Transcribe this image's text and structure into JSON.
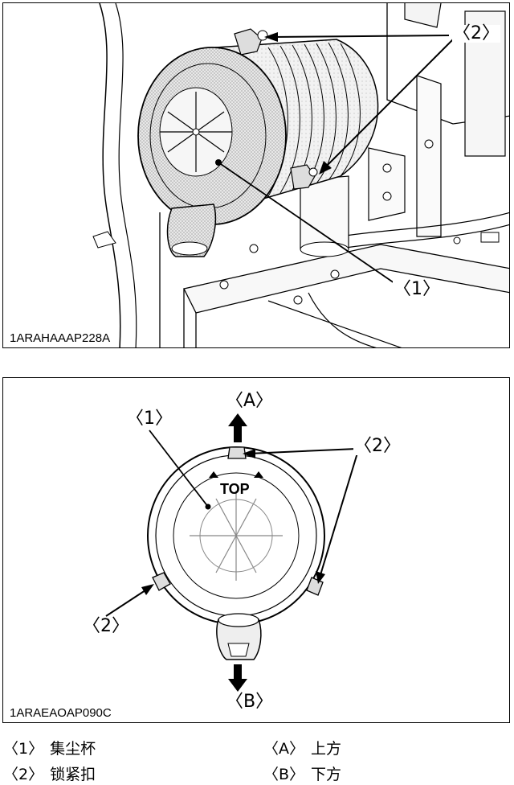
{
  "figure_top": {
    "code": "1ARAHAAAP228A",
    "callout_1": "〈1〉",
    "callout_2": "〈2〉"
  },
  "figure_bottom": {
    "code": "1ARAEAOAP090C",
    "callout_1": "〈1〉",
    "callout_2_right": "〈2〉",
    "callout_2_left": "〈2〉",
    "callout_a": "〈A〉",
    "callout_b": "〈B〉",
    "top_label": "TOP"
  },
  "legend": [
    {
      "key": "〈1〉",
      "text": "集尘杯"
    },
    {
      "key": "〈A〉",
      "text": "上方"
    },
    {
      "key": "〈2〉",
      "text": "锁紧扣"
    },
    {
      "key": "〈B〉",
      "text": "下方"
    }
  ]
}
